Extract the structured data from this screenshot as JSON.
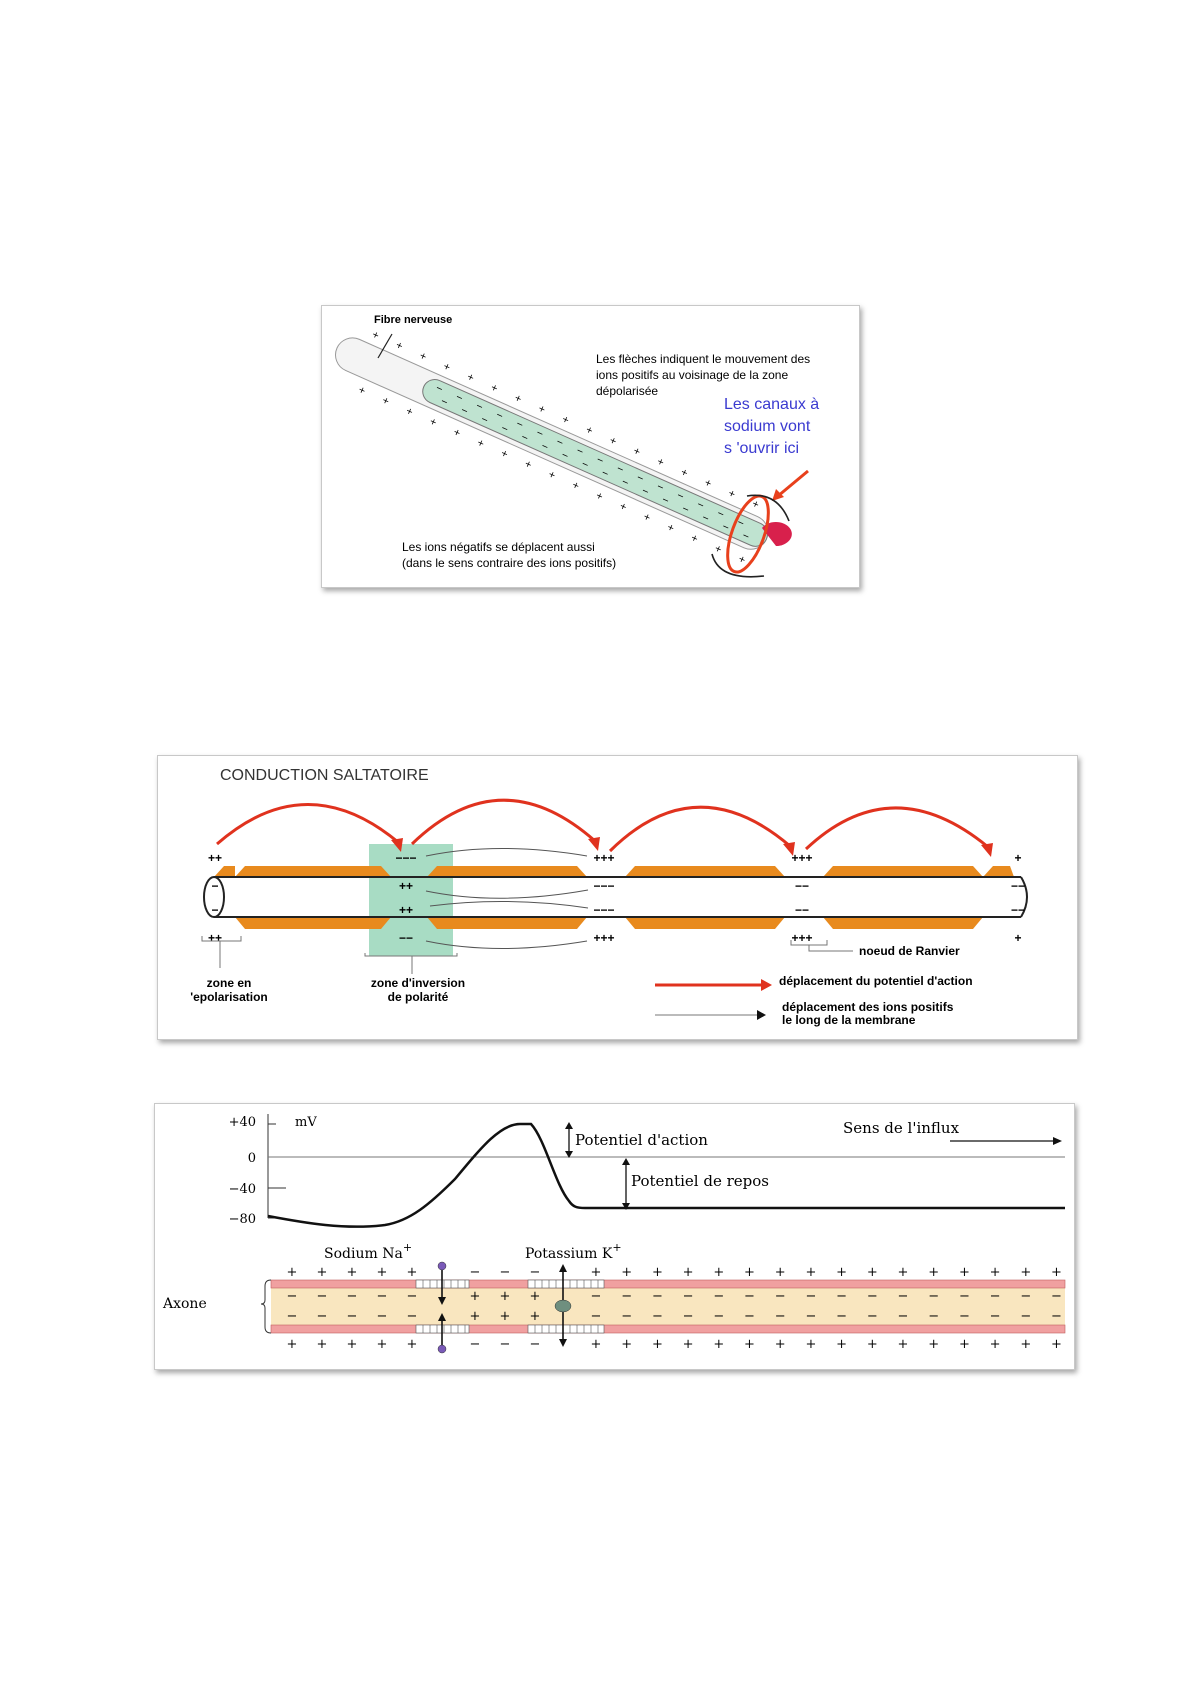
{
  "figure1": {
    "fiber_label": "Fibre nerveuse",
    "arrows_note": [
      "Les flèches indiquent le mouvement des",
      "ions positifs au voisinage de la zone",
      "dépolarisée"
    ],
    "sodium_note": [
      "Les canaux à",
      "sodium vont",
      "s 'ouvrir ici"
    ],
    "negative_note": [
      "Les ions négatifs se déplacent aussi",
      "(dans le sens contraire des ions positifs)"
    ],
    "colors": {
      "blue_text": "#3a3ad0",
      "red": "#e8401c",
      "axon_fill": "#bfe3d0"
    }
  },
  "figure2": {
    "title": "CONDUCTION SALTATOIRE",
    "zone_repol": [
      "zone en",
      "'epolarisation"
    ],
    "zone_inversion": [
      "zone d'inversion",
      "de polarité"
    ],
    "node_label": "noeud de Ranvier",
    "legend": {
      "red_arrow": "déplacement du potentiel d'action",
      "black_arrow": [
        "déplacement des ions positifs",
        "le long de la membrane"
      ]
    },
    "colors": {
      "myelin": "#e88a1e",
      "red_arrow": "#e0321e",
      "zone": "#a8dcc4"
    }
  },
  "figure3": {
    "y_unit": "mV",
    "y_ticks": [
      "+40",
      "0",
      "−40",
      "−80"
    ],
    "action_label": "Potentiel d'action",
    "rest_label": "Potentiel de repos",
    "direction_label": "Sens de l'influx",
    "sodium_label": "Sodium Na",
    "potassium_label": "Potassium K",
    "ion_sup": "+",
    "axon_label": "Axone",
    "charges": {
      "plus": "+",
      "minus": "−"
    },
    "colors": {
      "membrane": "#f0a0a0",
      "axoplasm": "#f9e6bf",
      "sodium": "#7a5ab8",
      "potassium": "#6f8f7f"
    }
  }
}
